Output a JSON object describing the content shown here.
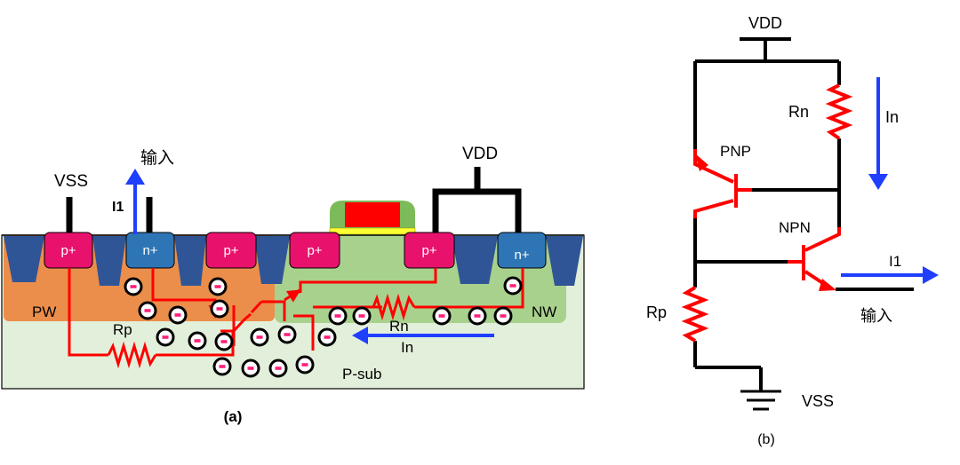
{
  "panel_a": {
    "vss": "VSS",
    "input": "输入",
    "i1": "I1",
    "vdd": "VDD",
    "p_plus": "p+",
    "n_plus": "n+",
    "pw": "PW",
    "nw": "NW",
    "rp": "Rp",
    "rn": "Rn",
    "in": "In",
    "psub": "P-sub",
    "caption": "(a)"
  },
  "panel_b": {
    "vdd": "VDD",
    "rn": "Rn",
    "in": "In",
    "pnp": "PNP",
    "npn": "NPN",
    "i1": "I1",
    "input": "输入",
    "rp": "Rp",
    "vss": "VSS",
    "caption": "(b)"
  },
  "colors": {
    "p_plus": "#e8126d",
    "n_plus": "#2e75b6",
    "sti": "#2f5597",
    "pwell": "#ed7d31",
    "nwell": "#a9d18e",
    "substrate": "#e2efda",
    "gate": "#ff0000",
    "current_red": "#ff0000",
    "current_blue": "#0000ff"
  },
  "icons": {
    "electron": "electron-icon",
    "resistor": "resistor-icon",
    "ground": "ground-icon",
    "arrow": "arrow-icon"
  }
}
